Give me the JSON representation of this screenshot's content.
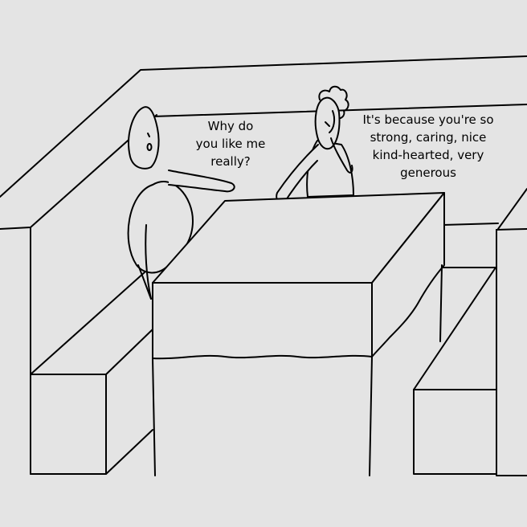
{
  "dialogue": {
    "left_speaker": [
      "Why do",
      "you like me",
      "really?"
    ],
    "right_speaker": [
      "It's because you're so",
      "strong, caring, nice",
      "kind-hearted, very",
      "generous"
    ]
  },
  "colors": {
    "background": "#e4e4e4",
    "ink": "#000000"
  }
}
